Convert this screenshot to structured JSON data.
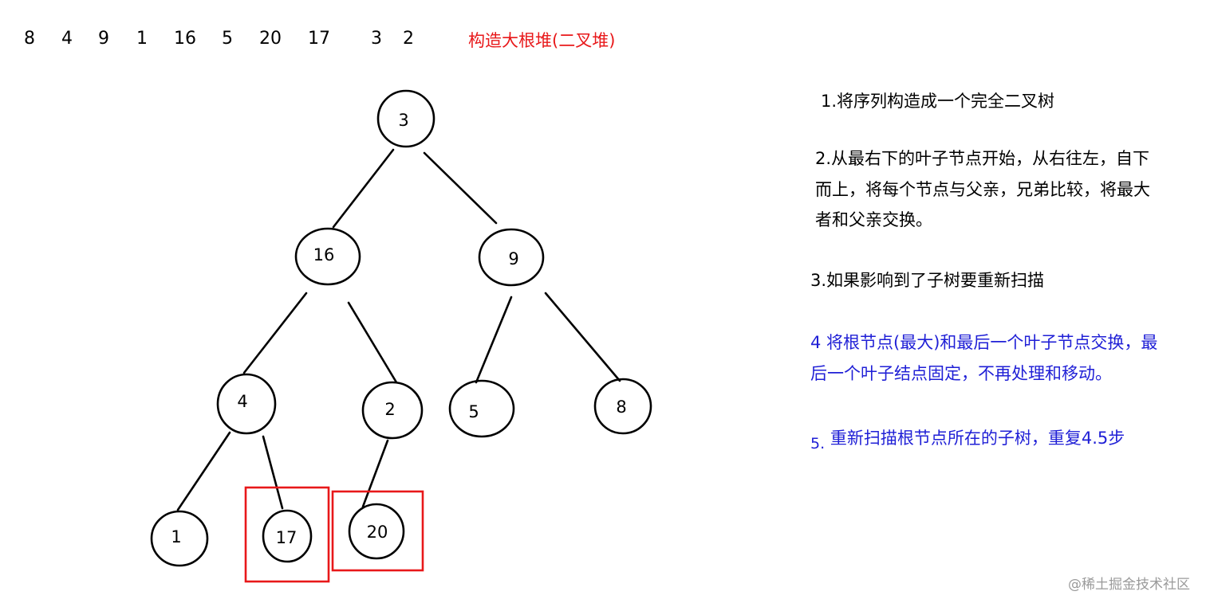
{
  "sequence": [
    "8",
    "4",
    "9",
    "1",
    "16",
    "5",
    "20",
    "17",
    "3",
    "2"
  ],
  "title": "构造大根堆(二叉堆)",
  "tree": {
    "nodes": [
      "3",
      "16",
      "9",
      "4",
      "2",
      "5",
      "8",
      "1",
      "17",
      "20"
    ]
  },
  "notes": {
    "step1": "1.将序列构造成一个完全二叉树",
    "step2_line1": "2.从最右下的叶子节点开始，从右往左，自下",
    "step2_line2": "而上，将每个节点与父亲，兄弟比较，将最大",
    "step2_line3": "者和父亲交换。",
    "step3": "3.如果影响到了子树要重新扫描",
    "step4_line1": "4 将根节点(最大)和最后一个叶子节点交换，最",
    "step4_line2": "后一个叶子结点固定，不再处理和移动。",
    "step5_num": "5.",
    "step5_text": "重新扫描根节点所在的子树，重复4.5步"
  },
  "colors": {
    "red": "#e8181a",
    "blue": "#1f1fd6",
    "line": "#000000"
  },
  "watermark": "@稀土掘金技术社区"
}
